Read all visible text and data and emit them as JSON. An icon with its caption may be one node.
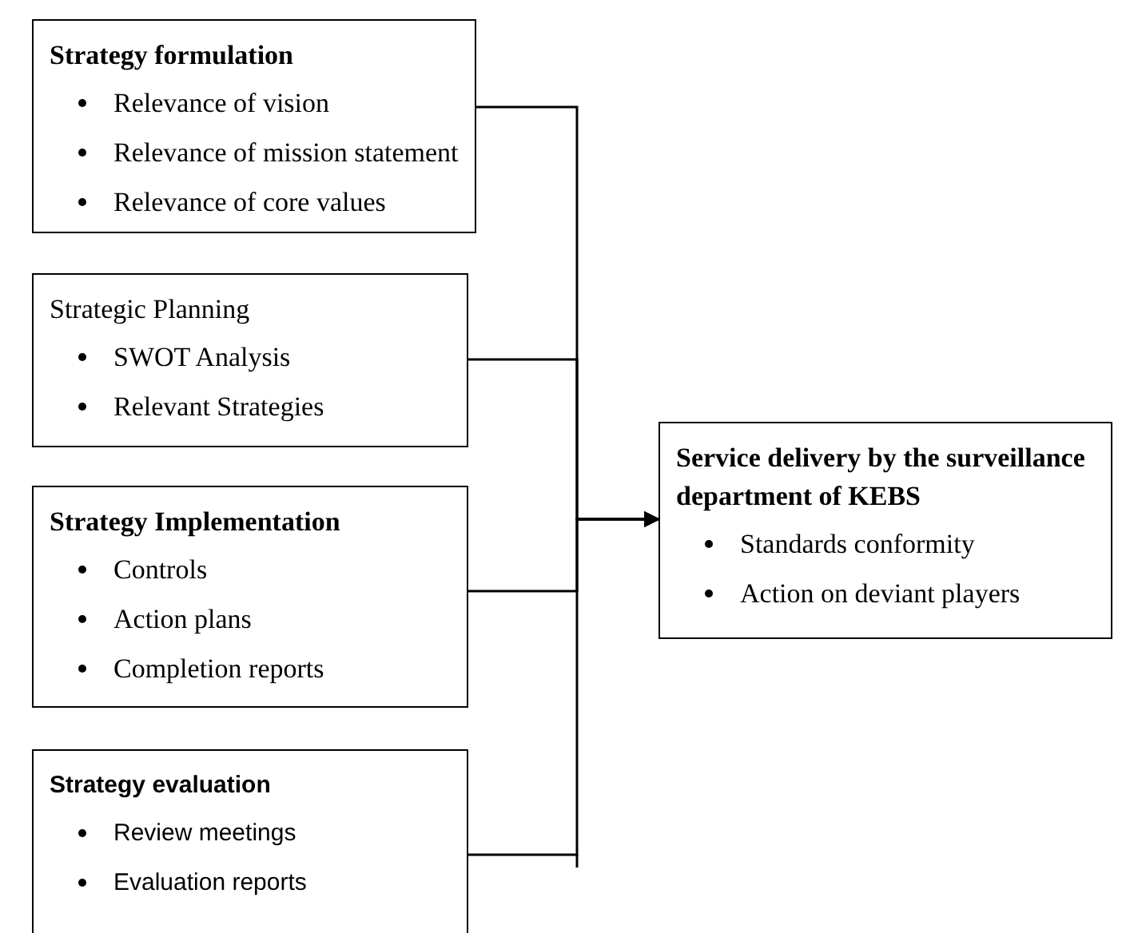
{
  "diagram": {
    "nodes": [
      {
        "text": [
          "Strategy formulation",
          "Relevance of vision",
          "Relevance of mission statement",
          "Relevance of core values"
        ]
      },
      {
        "text": [
          "Strategic Planning",
          "SWOT Analysis",
          "Relevant Strategies"
        ]
      },
      {
        "text": [
          "Strategy Implementation",
          "Controls",
          "Action plans",
          "Completion reports"
        ]
      },
      {
        "text": [
          "Strategy evaluation",
          "Review meetings",
          "Evaluation reports"
        ]
      },
      {
        "text": [
          "Service delivery by the surveillance department of KEBS",
          "Standards conformity",
          "Action on deviant players"
        ]
      }
    ],
    "edges": [
      {
        "from": 0,
        "to": 4,
        "arrow": "to"
      },
      {
        "from": 1,
        "to": 4,
        "arrow": "to"
      },
      {
        "from": 2,
        "to": 4,
        "arrow": "to"
      },
      {
        "from": 3,
        "to": 4,
        "arrow": "to"
      }
    ]
  }
}
